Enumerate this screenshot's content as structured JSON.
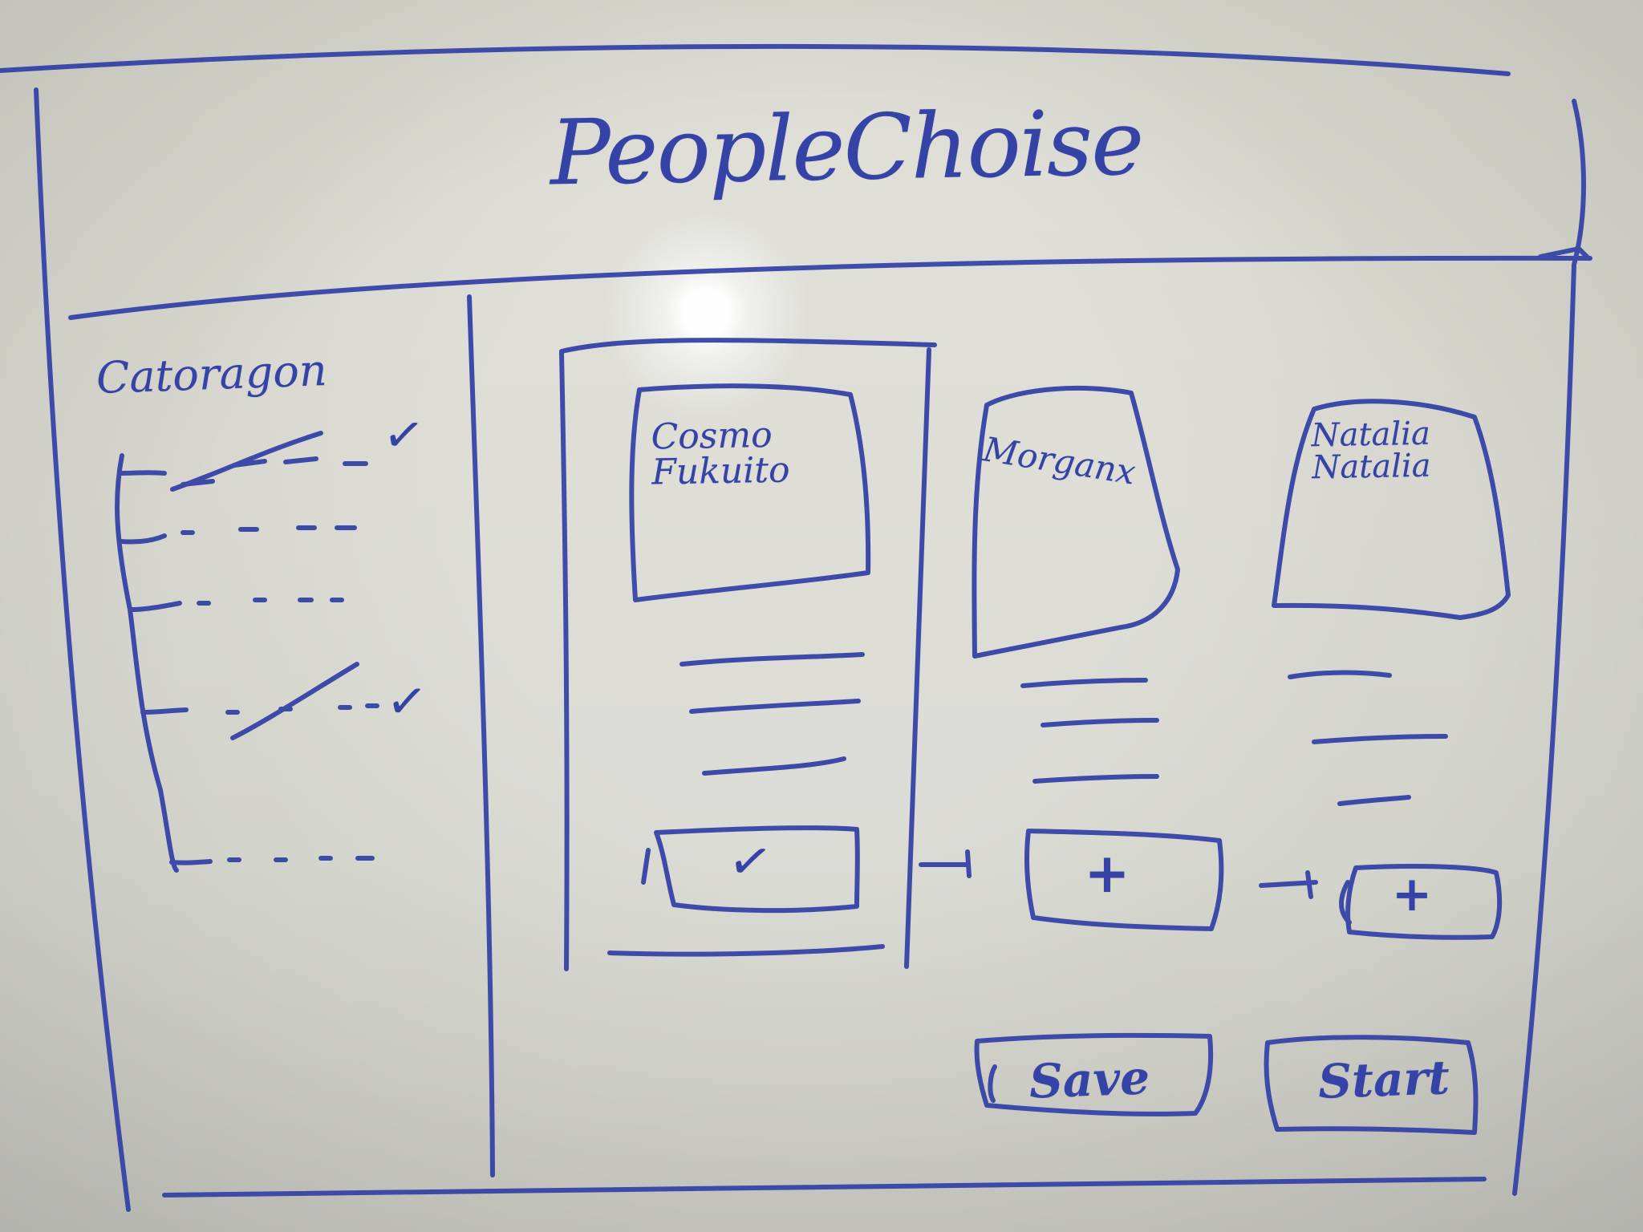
{
  "sketch": {
    "title": "PeopleChoise",
    "sidebar": {
      "label": "Catoragon",
      "selected_marks": [
        "✓",
        "✓"
      ]
    },
    "cards": [
      {
        "title": "Cosmo\nFukuito",
        "button": "✓"
      },
      {
        "title": "Morganx",
        "button": "+"
      },
      {
        "title": "Natalia\nNatalia",
        "button": "+"
      }
    ],
    "footer_buttons": {
      "save": "Save",
      "start": "Start"
    }
  },
  "colors": {
    "ink": "#3643a6",
    "board": "#d8d8cf"
  }
}
